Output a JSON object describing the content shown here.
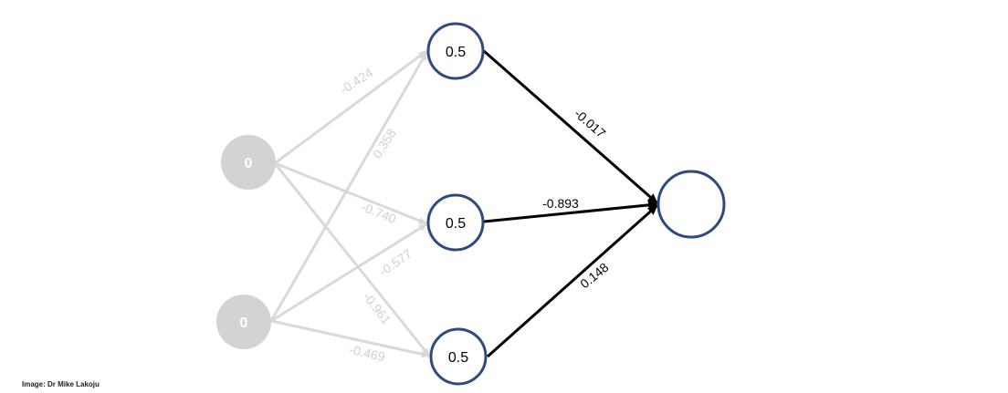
{
  "diagram": {
    "input_nodes": [
      {
        "value": "0"
      },
      {
        "value": "0"
      }
    ],
    "hidden_nodes": [
      {
        "value": "0.5"
      },
      {
        "value": "0.5"
      },
      {
        "value": "0.5"
      }
    ],
    "output_node": {
      "value": ""
    },
    "input_to_hidden_weights": [
      {
        "from": 0,
        "to": 0,
        "label": "-0.424"
      },
      {
        "from": 1,
        "to": 0,
        "label": "0.358"
      },
      {
        "from": 0,
        "to": 1,
        "label": "-0.740"
      },
      {
        "from": 1,
        "to": 1,
        "label": "-0.577"
      },
      {
        "from": 0,
        "to": 2,
        "label": "-0.961"
      },
      {
        "from": 1,
        "to": 2,
        "label": "-0.469"
      }
    ],
    "hidden_to_output_weights": [
      {
        "from": 0,
        "label": "-0.017"
      },
      {
        "from": 1,
        "label": "-0.893"
      },
      {
        "from": 2,
        "label": "0.148"
      }
    ],
    "colors": {
      "input_fill": "#d3d3d3",
      "input_text": "#ffffff",
      "faded_edge": "#d9d9d9",
      "faded_label": "#d0d0d0",
      "node_border": "#2f4a7f",
      "active_edge": "#000000",
      "text": "#000000"
    }
  },
  "credit": "Image: Dr Mike Lakoju"
}
